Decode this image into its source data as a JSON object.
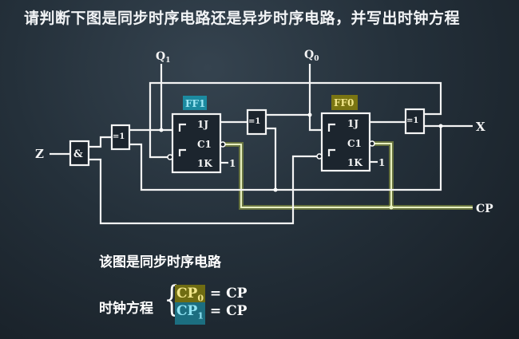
{
  "title": "请判断下图是同步时序电路还是异步时序电路，并写出时钟方程",
  "diagram": {
    "inputs": {
      "z": "Z",
      "cp": "CP"
    },
    "output": "X",
    "q1": {
      "base": "Q",
      "sub": "1"
    },
    "q0": {
      "base": "Q",
      "sub": "0"
    },
    "and_gate": "&",
    "xor_gate": "=1",
    "ff1": {
      "label": "FF1",
      "j": "1J",
      "c": "C1",
      "k": "1K",
      "k_value": "1"
    },
    "ff0": {
      "label": "FF0",
      "j": "1J",
      "c": "C1",
      "k": "1K",
      "k_value": "1"
    },
    "colors": {
      "ff1": "#1c8aa0",
      "ff0": "#7a7512",
      "clock_wire": "#e8f0c0"
    }
  },
  "answer": {
    "statement": "该图是同步时序电路",
    "clock_eq_label": "时钟方程",
    "eq0": {
      "lhs": "CP",
      "sub": "0",
      "rhs": "= CP"
    },
    "eq1": {
      "lhs": "CP",
      "sub": "1",
      "rhs": "= CP"
    }
  }
}
